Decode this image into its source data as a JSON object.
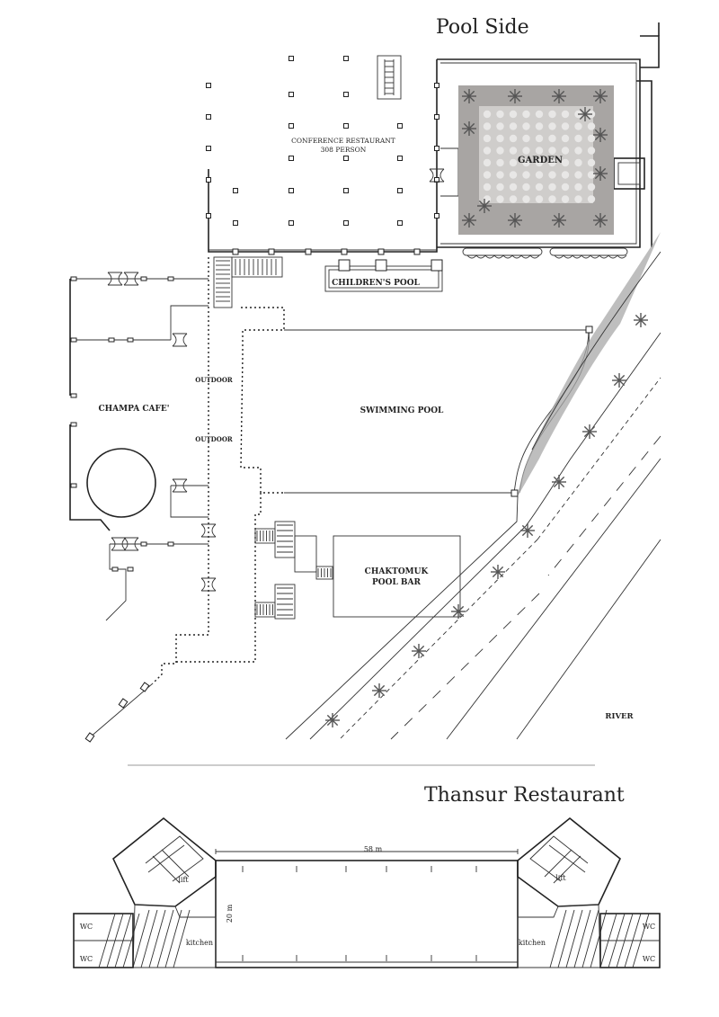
{
  "pool_side": {
    "title": "Pool Side",
    "labels": {
      "conference_restaurant": "CONFERENCE RESTAURANT",
      "conference_capacity": "308 PERSON",
      "garden": "GARDEN",
      "childrens_pool": "CHILDREN'S POOL",
      "champa_cafe": "CHAMPA CAFE'",
      "outdoor_1": "OUTDOOR",
      "outdoor_2": "OUTDOOR",
      "swimming_pool": "SWIMMING POOL",
      "pool_bar_line1": "CHAKTOMUK",
      "pool_bar_line2": "POOL BAR",
      "river": "RIVER"
    }
  },
  "thansur": {
    "title": "Thansur Restaurant",
    "labels": {
      "length": "58 m",
      "width": "20 m",
      "lift_left": "lift",
      "lift_right": "lift",
      "kitchen_left": "kitchen",
      "kitchen_right": "kitchen",
      "wc_left_top": "WC",
      "wc_left_bottom": "WC",
      "wc_right_top": "WC",
      "wc_right_bottom": "WC"
    }
  },
  "colors": {
    "garden_fill": "#a8a5a3",
    "garden_inner": "#cfcdcb",
    "line": "#222222",
    "riverbank_texture": "#9a9a9a"
  }
}
